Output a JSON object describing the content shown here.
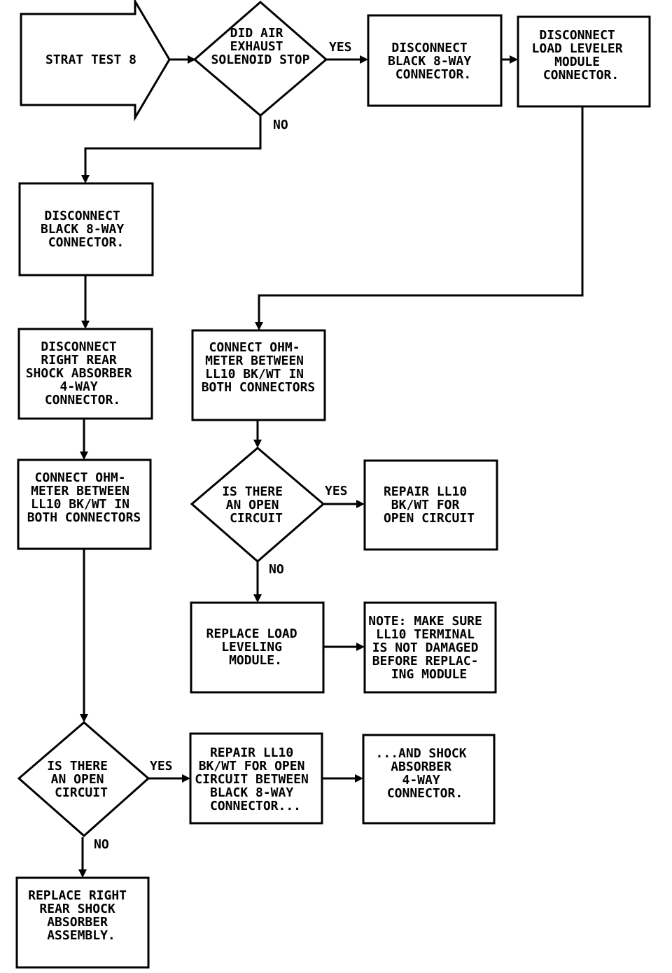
{
  "nodes": {
    "start": [
      "STRAT TEST 8"
    ],
    "q_solenoid": [
      "DID AIR",
      "EXHAUST",
      "SOLENOID STOP"
    ],
    "disc_black_top": [
      "DISCONNECT",
      "BLACK 8-WAY",
      "CONNECTOR."
    ],
    "disc_module": [
      "DISCONNECT",
      "LOAD LEVELER",
      "MODULE",
      "CONNECTOR."
    ],
    "disc_black_left": [
      "DISCONNECT",
      "BLACK 8-WAY",
      "CONNECTOR."
    ],
    "disc_shock": [
      "DISCONNECT",
      "RIGHT REAR",
      "SHOCK ABSORBER",
      "4-WAY",
      "CONNECTOR."
    ],
    "ohm_right": [
      "CONNECT OHM-",
      "METER BETWEEN",
      "LL10 BK/WT IN",
      "BOTH CONNECTORS"
    ],
    "ohm_left": [
      "CONNECT OHM-",
      "METER BETWEEN",
      "LL10 BK/WT IN",
      "BOTH CONNECTORS"
    ],
    "q_open_right": [
      "IS THERE",
      "AN OPEN",
      "CIRCUIT"
    ],
    "repair_ll10": [
      "REPAIR LL10",
      "BK/WT FOR",
      "OPEN CIRCUIT"
    ],
    "replace_module": [
      "REPLACE LOAD",
      "LEVELING",
      "MODULE."
    ],
    "note": [
      "NOTE: MAKE SURE",
      "LL10 TERMINAL",
      "IS NOT DAMAGED",
      "BEFORE REPLAC-",
      "ING MODULE"
    ],
    "q_open_left": [
      "IS THERE",
      "AN OPEN",
      "CIRCUIT"
    ],
    "repair_between": [
      "REPAIR LL10",
      "BK/WT FOR OPEN",
      "CIRCUIT BETWEEN",
      "BLACK 8-WAY",
      "CONNECTOR..."
    ],
    "and_shock": [
      "...AND SHOCK",
      "ABSORBER",
      "4-WAY",
      "CONNECTOR."
    ],
    "replace_shock": [
      "REPLACE RIGHT",
      "REAR SHOCK",
      "ABSORBER",
      "ASSEMBLY."
    ]
  },
  "branch_labels": {
    "yes_solenoid": "YES",
    "no_solenoid": "NO",
    "yes_open_right": "YES",
    "no_open_right": "NO",
    "yes_open_left": "YES",
    "no_open_left": "NO"
  }
}
